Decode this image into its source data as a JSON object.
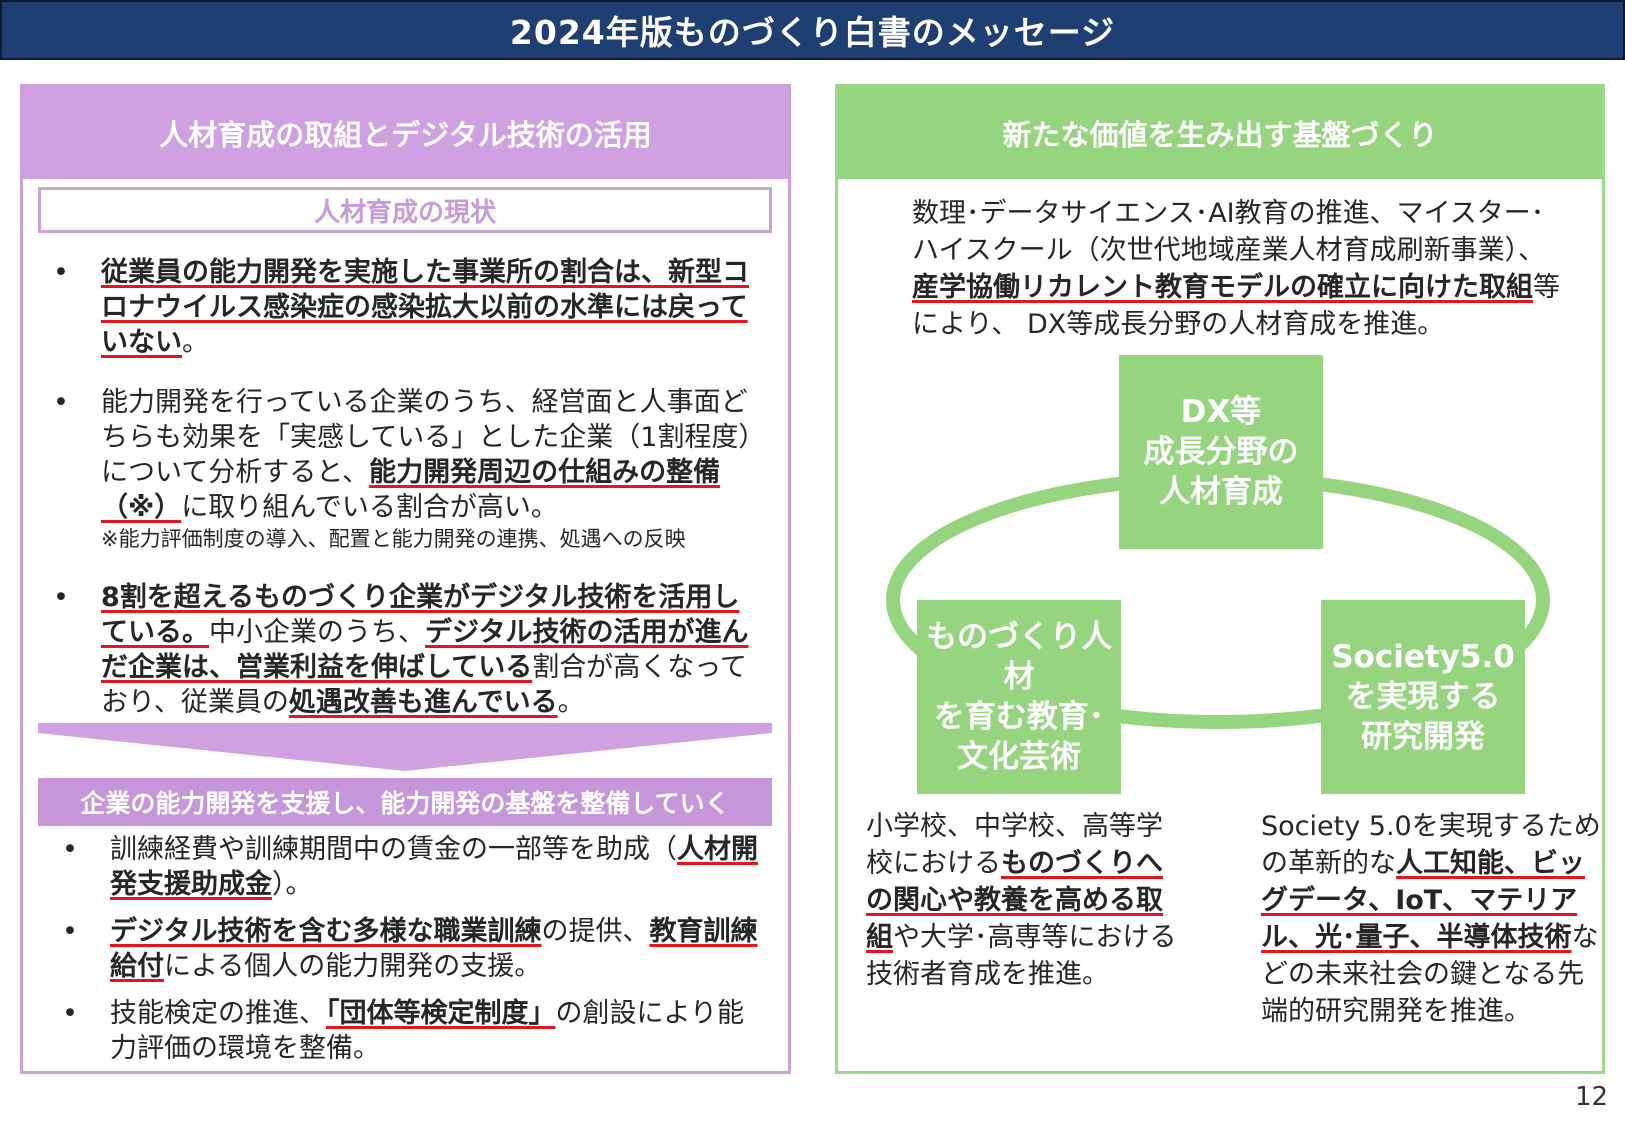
{
  "title": "2024年版ものづくり白書のメッセージ",
  "left": {
    "header": "人材育成の取組とデジタル技術の活用",
    "status_label": "人材育成の現状",
    "bullet1": {
      "dot": "•",
      "u1": "従業員の能力開発を実施した事業所の割合は、新型コロナウイルス感染症の感染拡大以前の水準には戻っていない",
      "t1": "。"
    },
    "bullet2": {
      "dot": "•",
      "t1": "能力開発を行っている企業のうち、経営面と人事面どちらも効果を「実感している」とした企業（1割程度）について分析すると、",
      "u1": "能力開発周辺の仕組みの整備（※）",
      "t2": "に取り組んでいる割合が高い。",
      "note": "※能力評価制度の導入、配置と能力開発の連携、処遇への反映"
    },
    "bullet3": {
      "dot": "•",
      "u1": "8割を超えるものづくり企業がデジタル技術を活用している。",
      "t1": "中小企業のうち、",
      "u2": "デジタル技術の活用が進んだ企業は、営業利益を伸ばしている",
      "t2": "割合が高くなっており、従業員の",
      "u3": "処遇改善も進んでいる",
      "t3": "。"
    },
    "policy_header": "企業の能力開発を支援し、能力開発の基盤を整備していく",
    "policy1": {
      "dot": "•",
      "t1": "訓練経費や訓練期間中の賃金の一部等を助成（",
      "u1": "人材開発支援助成金",
      "t2": "）。"
    },
    "policy2": {
      "dot": "•",
      "u1": "デジタル技術を含む多様な職業訓練",
      "t1": "の提供、",
      "u2": "教育訓練給付",
      "t2": "による個人の能力開発の支援。"
    },
    "policy3": {
      "dot": "•",
      "t1": "技能検定の推進、",
      "u1": "「団体等検定制度」",
      "t2": "の創設により能力評価の環境を整備。"
    }
  },
  "right": {
    "header": "新たな価値を生み出す基盤づくり",
    "intro": {
      "t1": "数理･データサイエンス･AI教育の推進、マイスター･ハイスクール（次世代地域産業人材育成刷新事業）、",
      "u1": "産学協働リカレント教育モデルの確立に向けた取組",
      "t2": "等により、 DX等成長分野の人材育成を推進。"
    },
    "box_dx": [
      "DX等",
      "成長分野の",
      "人材育成"
    ],
    "box_edu": [
      "ものづくり人材",
      "を育む教育･",
      "文化芸術"
    ],
    "box_soc": [
      "Society5.0",
      "を実現する",
      "研究開発"
    ],
    "edu_text": {
      "t1": "小学校、中学校、高等学校における",
      "u1": "ものづくりへの関心や教養を高める取組",
      "t2": "や大学･高専等における技術者育成を推進。"
    },
    "soc_text": {
      "t1": "Society 5.0を実現するための革新的な",
      "u1": "人工知能、ビッグデータ、IoT、マテリアル、光･量子、半導体技術",
      "t2": "などの未来社会の鍵となる先端的研究開発を推進。"
    }
  },
  "page_number": "12",
  "colors": {
    "title_bg": "#1f3f73",
    "purple": "#cfa1e0",
    "green": "#96d47f",
    "underline": "#e6141c"
  }
}
